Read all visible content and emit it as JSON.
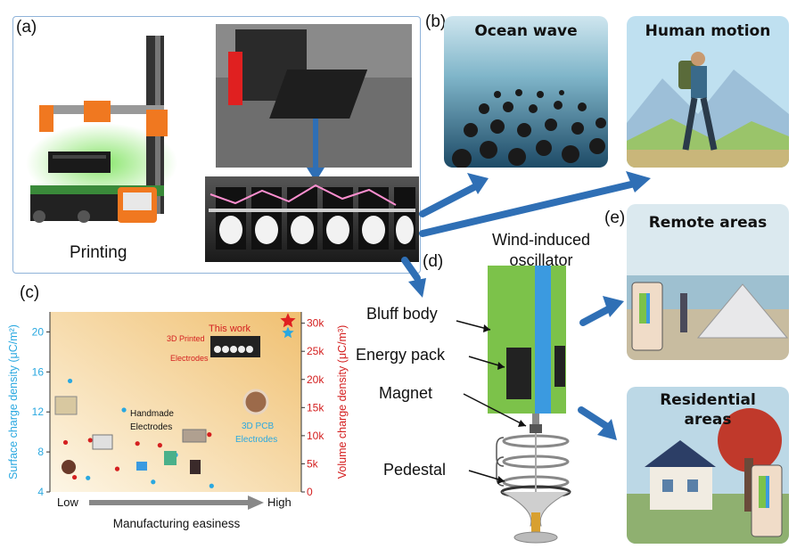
{
  "panel_a": {
    "label": "(a)",
    "printing": "Printing"
  },
  "panel_b": {
    "label": "(b)",
    "ocean_wave": "Ocean wave",
    "human_motion": "Human motion"
  },
  "panel_c": {
    "label": "(c)",
    "y_left_label": "Surface charge density (μC/m²)",
    "y_right_label": "Volume charge density (μC/m³)",
    "x_label": "Manufacturing easiness",
    "x_low": "Low",
    "x_high": "High",
    "annotations": {
      "this_work": "This work",
      "printed_l1": "3D Printed",
      "printed_l2": "Electrodes",
      "handmade_l1": "Handmade",
      "handmade_l2": "Electrodes",
      "pcb_l1": "3D PCB",
      "pcb_l2": "Electrodes"
    },
    "colors": {
      "left_axis": "#2aa8e0",
      "right_axis": "#d42020",
      "star_red": "#e02020",
      "star_blue": "#2aa8e0"
    }
  },
  "chart_data": {
    "type": "scatter",
    "xlabel": "Manufacturing easiness",
    "ylabel": "Surface charge density (μC/m²)",
    "y2label": "Volume charge density (μC/m³)",
    "x_categories": [
      "Low",
      "High"
    ],
    "xlim": [
      0,
      10
    ],
    "ylim": [
      4,
      22
    ],
    "y_ticks": [
      4,
      8,
      12,
      16,
      20
    ],
    "y2lim": [
      0,
      32000
    ],
    "y2_ticks": [
      0,
      5000,
      10000,
      15000,
      20000,
      25000,
      30000
    ],
    "y2_tick_labels": [
      "0",
      "5k",
      "10k",
      "15k",
      "20k",
      "25k",
      "30k"
    ],
    "grid": false,
    "series": [
      {
        "axis": "left",
        "color": "#2aa8e0",
        "x": [
          0.3,
          1.1,
          2.7,
          4.0,
          5.0,
          6.6,
          8.9,
          10.0
        ],
        "y": [
          15.1,
          5.4,
          12.2,
          5.0,
          7.7,
          4.6,
          12.4,
          19.9
        ]
      },
      {
        "axis": "right",
        "color": "#d42020",
        "x": [
          0.1,
          0.5,
          1.2,
          2.4,
          3.3,
          4.3,
          6.5,
          10.0
        ],
        "y": [
          8800,
          2600,
          9200,
          4100,
          8600,
          8300,
          10200,
          30400
        ]
      }
    ]
  },
  "panel_d": {
    "label": "(d)",
    "wind_l1": "Wind-induced",
    "wind_l2": "oscillator",
    "bluff_body": "Bluff body",
    "energy_pack": "Energy pack",
    "magnet": "Magnet",
    "pedestal": "Pedestal"
  },
  "panel_e": {
    "label": "(e)",
    "remote_areas": "Remote areas",
    "residential_l1": "Residential",
    "residential_l2": "areas"
  },
  "palette": {
    "arrow_blue": "#2f6fb5",
    "green": "#7cc24a",
    "blue_strip": "#3b9ae0"
  }
}
